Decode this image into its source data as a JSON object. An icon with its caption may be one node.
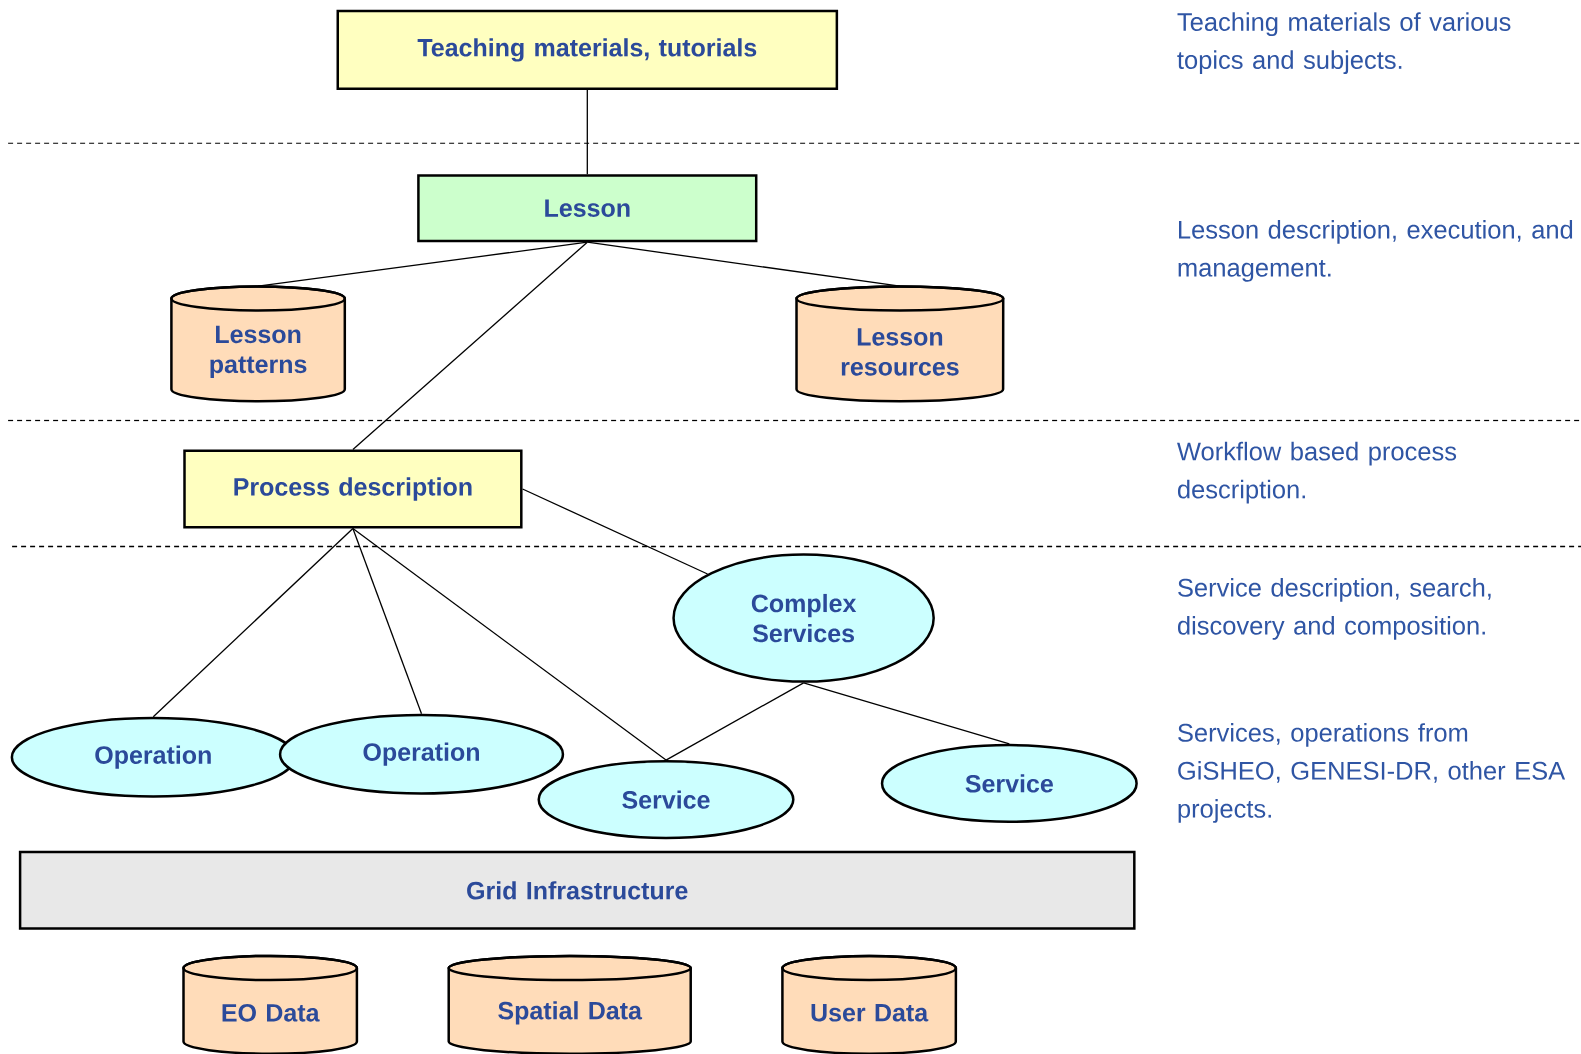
{
  "diagram": {
    "nodes": [
      {
        "text": [
          "Teaching materials, tutorials"
        ]
      },
      {
        "text": [
          "Lesson"
        ]
      },
      {
        "text": [
          "Lesson patterns"
        ]
      },
      {
        "text": [
          "Lesson resources"
        ]
      },
      {
        "text": [
          "Process description"
        ]
      },
      {
        "text": [
          "Complex Services"
        ]
      },
      {
        "text": [
          "Operation"
        ]
      },
      {
        "text": [
          "Operation"
        ]
      },
      {
        "text": [
          "Service"
        ]
      },
      {
        "text": [
          "Service"
        ]
      },
      {
        "text": [
          "Grid Infrastructure"
        ]
      },
      {
        "text": [
          "EO Data"
        ]
      },
      {
        "text": [
          "Spatial Data"
        ]
      },
      {
        "text": [
          "User Data"
        ]
      }
    ],
    "edges": [
      {
        "from": 0,
        "to": 1,
        "arrow": "none"
      },
      {
        "from": 1,
        "to": 2,
        "arrow": "none"
      },
      {
        "from": 1,
        "to": 3,
        "arrow": "none"
      },
      {
        "from": 1,
        "to": 4,
        "arrow": "none"
      },
      {
        "from": 4,
        "to": 5,
        "arrow": "none"
      },
      {
        "from": 4,
        "to": 6,
        "arrow": "none"
      },
      {
        "from": 4,
        "to": 7,
        "arrow": "none"
      },
      {
        "from": 4,
        "to": 8,
        "arrow": "none"
      },
      {
        "from": 5,
        "to": 8,
        "arrow": "none"
      },
      {
        "from": 5,
        "to": 9,
        "arrow": "none"
      }
    ],
    "labels": [
      "Teaching materials of various topics and subjects.",
      "Lesson description, execution, and management.",
      "Workflow based process description.",
      "Service description, search, discovery and composition.",
      "Services, operations from GiSHEO, GENESI-DR, other ESA projects."
    ]
  }
}
